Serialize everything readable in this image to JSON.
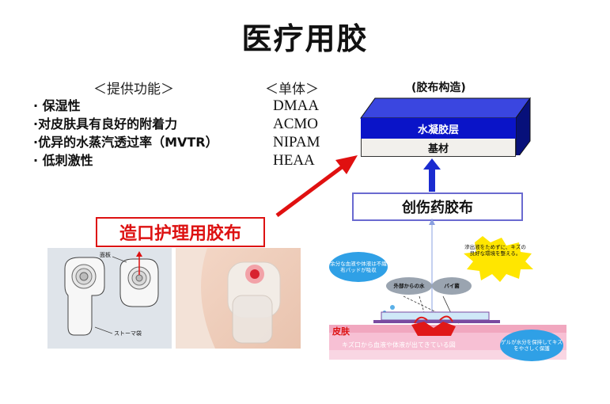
{
  "title": "医疗用胶",
  "functions": {
    "header": "＜提供功能＞",
    "items": [
      "· 保湿性",
      "·对皮肤具有良好的附着力",
      "·优异的水蒸汽透过率（MVTR）",
      "· 低刺激性"
    ]
  },
  "monomers": {
    "header": "＜单体＞",
    "items": [
      "DMAA",
      "ACMO",
      "NIPAM",
      "HEAA"
    ]
  },
  "structure": {
    "title": "(胶布构造)",
    "top_layer": "水凝胶层",
    "base_layer": "基材"
  },
  "wound_label": "创伤药胶布",
  "ostomy_label": "造口护理用胶布",
  "ostomy_figure": {
    "panel_label": "面板",
    "bag_label": "ストーマ袋"
  },
  "wound_figure": {
    "callout_yellow": "滲出液をためずに、キズの良好な環境を整える。",
    "bubble_left": "余分な血液や体液は不織布パッドが吸収",
    "tag_left": "外部からの水",
    "tag_right": "バイ菌",
    "skin_label": "皮肤",
    "skin_caption": "キズ口から血液や体液が出てきている図",
    "bubble_right": "ゲルが水分を保持してキズをやさしく保護"
  },
  "colors": {
    "hydrogel": "#0a14c8",
    "accent_red": "#e01010",
    "arrow_blue": "#1a2bd0",
    "skin_pink": "#f7b7cf"
  }
}
